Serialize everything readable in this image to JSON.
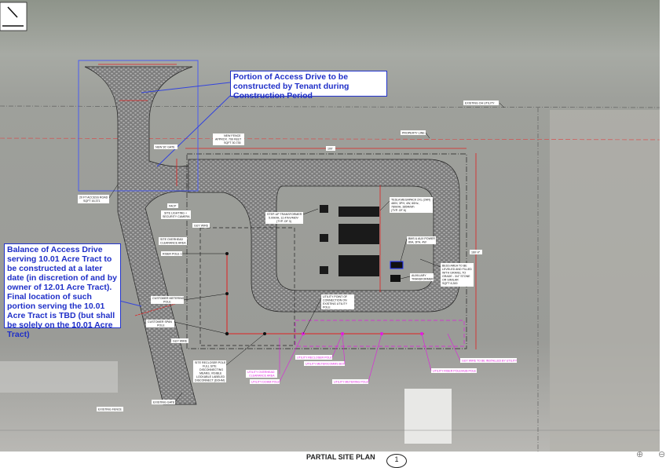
{
  "sheet": {
    "title": "PARTIAL SITE PLAN",
    "detail_number": "1"
  },
  "callouts": {
    "tenant_portion": "Portion of Access Drive to be constructed by Tenant during Construction Period",
    "balance_portion": "Balance of Access Drive serving 10.01 Acre Tract to be constructed at a later date (in discretion of and by owner of 12.01 Acre Tract). Final location of such portion serving the 10.01 Acre Tract is TBD (but shall be solely on the 10.01 Acre Tract)"
  },
  "labels": {
    "existing_oh_utility": "EXISTING OH UTILITY",
    "property_line": "PROPERTY LINE",
    "new_fence_1": "NEW FENCE",
    "new_fence_2": "APPROX. 799 FEET",
    "new_fence_3": "SQFT 30,735",
    "new_gate": "NEW 30' GATE",
    "access_road_1": "20 FT ACCESS ROAD",
    "access_road_2": "SQFT 16,371",
    "facp": "FACP",
    "site_lighting_1": "SITE LIGHTING +",
    "site_lighting_2": "SECURITY CAMERA",
    "guy_wire_top": "GUY WIRE",
    "step_up_1": "STEP-UP TRANSFORMER",
    "step_up_2": "5.00kVA, 12.47kV/480V",
    "step_up_3": "(TYP. OF 3)",
    "megapack_1": "TESLA MEGAPACK 2XL (2HR)",
    "megapack_2": "480V, 3PH, 4W, 60Hz,",
    "megapack_3": "780kVA, 3854kWh",
    "megapack_4": "(TYP. OF 6)",
    "bms_1": "BMS & AUX POWER",
    "bms_2": "80A, 3PH, 4W",
    "bess_1": "BESS AREA TO BE",
    "bess_2": "LEVELED AND FILLED",
    "bess_3": "WITH GRAVEL TO",
    "bess_4": "GRADE - 3/4\" STONE",
    "bess_5": "OR SIMILAR",
    "bess_6": "SQFT 8,300",
    "aux_1": "AUXILIARY",
    "aux_2": "TRANSFORMER",
    "site_clearance_1": "SITE OVERHEAD",
    "site_clearance_2": "CLEARANCE AREA",
    "riser_pole": "RISER POLE 1",
    "poc_1": "UTILITY POINT OF",
    "poc_2": "CONNECTION ON",
    "poc_3": "EXISTING UTILITY",
    "poc_4": "POLE",
    "cust_meter_1": "CUSTOMER METERING",
    "cust_meter_2": "POLE",
    "cust_span_1": "CUSTOMER SPAN",
    "cust_span_2": "POLE",
    "guy_wire_bottom": "GUY WIRE",
    "recloser_1": "SITE RECLOSER POLE",
    "recloser_2": "FULL SITE",
    "recloser_3": "DISCONNECTING",
    "recloser_4": "MEANS, VISIBLE",
    "recloser_5": "LOCKABLE LABELED",
    "recloser_6": "DISCONNECT (DOHM)",
    "existing_gate": "EXISTING GATE",
    "existing_fence": "EXISTING FENCE",
    "dim_top": "100'",
    "dim_right": "160'-0\""
  },
  "utility_labels": {
    "oh_clearance_1": "UTILITY OVERHEAD",
    "oh_clearance_2": "CLEARANCE AREA",
    "dohm_pole": "UTILITY DOHM POLE",
    "recloser_pole": "UTILITY RECLOSER POLE",
    "meter_box": "UTILITY METER/COMMS BOX",
    "metering_pole": "UTILITY METERING POLE",
    "riser_pole": "UTILITY RISER POLE/HUB POLE",
    "guy_wire": "GUY WIRE TO BE INSTALLED BY UTILITY"
  },
  "colors": {
    "callout": "#2233cc",
    "dimension": "#e02020",
    "utility": "#e01ce0",
    "gravel": "#8c8c8c"
  },
  "icons": {
    "north_arrow": "north-arrow-icon",
    "zoom_in": "zoom-in-icon",
    "zoom_out": "zoom-out-icon"
  }
}
